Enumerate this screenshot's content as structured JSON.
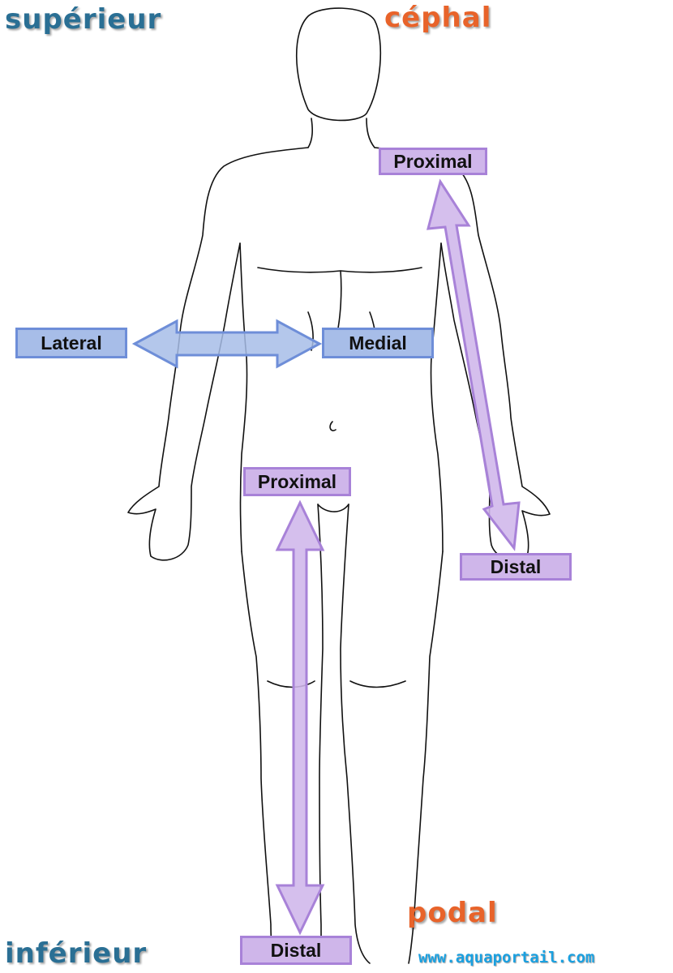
{
  "corners": {
    "superieur": "supérieur",
    "cephal": "céphal",
    "podal": "podal",
    "inferieur": "inférieur"
  },
  "labels": {
    "lateral": "Lateral",
    "medial": "Medial",
    "proximal_arm": "Proximal",
    "distal_arm": "Distal",
    "proximal_leg": "Proximal",
    "distal_leg": "Distal"
  },
  "watermark": "www.aquaportail.com",
  "colors": {
    "blue_text": "#2a6f94",
    "orange_text": "#e8632a",
    "site_text": "#1aa0e0",
    "blue_fill": "#a7bde8",
    "blue_stroke": "#6e8ed8",
    "purple_fill": "#cfb6ea",
    "purple_stroke": "#a882d8"
  }
}
